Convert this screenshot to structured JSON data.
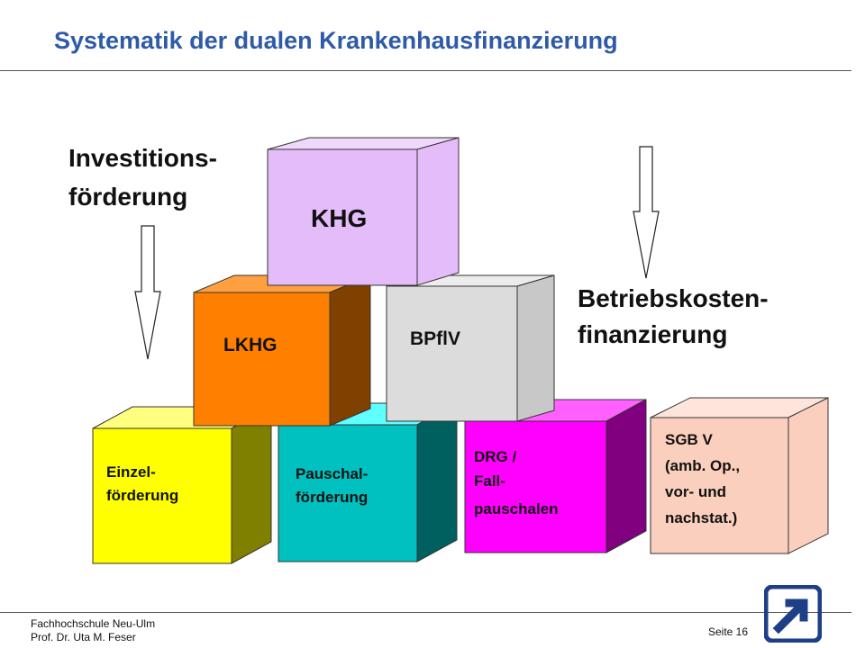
{
  "title": "Systematik der dualen Krankenhausfinanzierung",
  "left_heading": {
    "line1": "Investitions-",
    "line2": "förderung"
  },
  "right_heading": {
    "line1": "Betriebskosten-",
    "line2": "finanzierung"
  },
  "boxes": {
    "khg": {
      "label": "KHG",
      "color": "#e4bcf9"
    },
    "lkhg": {
      "label": "LKHG",
      "color": "#ff8000"
    },
    "bpflv": {
      "label": "BPflV",
      "color": "#dcdcdc"
    },
    "einzel": {
      "line1": "Einzel-",
      "line2": "förderung",
      "color": "#ffff00"
    },
    "pauschal": {
      "line1": "Pauschal-",
      "line2": "förderung",
      "color": "#00c0c0"
    },
    "drg": {
      "line1": "DRG /",
      "line2": "Fall-",
      "line3": "pauschalen",
      "color": "#ff00ff"
    },
    "sgb": {
      "line1": "SGB V",
      "line2": "(amb. Op.,",
      "line3": "vor- und",
      "line4": "nachstat.)",
      "color": "#fbcfbd"
    }
  },
  "footer": {
    "line1": "Fachhochschule Neu-Ulm",
    "line2": "Prof. Dr. Uta M. Feser",
    "page": "Seite 16"
  },
  "logo": {
    "icon": "arrow-up-right-logo-icon",
    "color": "#1d3f88"
  }
}
